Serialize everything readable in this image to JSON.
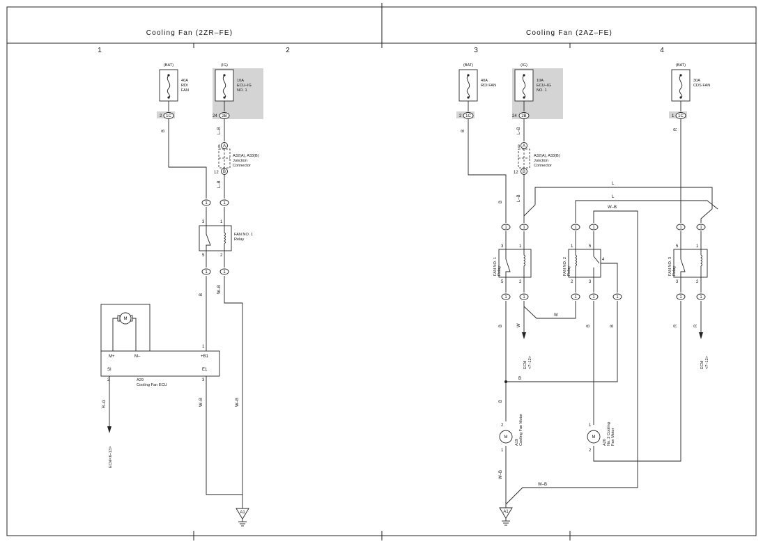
{
  "headers": {
    "left": "Cooling Fan (2ZR–FE)",
    "right": "Cooling Fan (2AZ–FE)"
  },
  "sections": [
    "1",
    "2",
    "3",
    "4"
  ],
  "fuses": [
    {
      "id": "f-l-bat",
      "source": "(BAT)",
      "rating": "40A",
      "lines": [
        "RDI",
        "FAN"
      ],
      "pin": "2",
      "conn": "1C"
    },
    {
      "id": "f-l-ig",
      "source": "(IG)",
      "rating": "10A",
      "lines": [
        "ECU–IG",
        "NO. 1"
      ],
      "pin": "24",
      "conn": "2B"
    },
    {
      "id": "f-r-bat",
      "source": "(BAT)",
      "rating": "40A",
      "lines": [
        "RDI FAN"
      ],
      "pin": "2",
      "conn": "1C"
    },
    {
      "id": "f-r-ig",
      "source": "(IG)",
      "rating": "10A",
      "lines": [
        "ECU–IG",
        "NO. 1"
      ],
      "pin": "24",
      "conn": "2B"
    },
    {
      "id": "f-r-cds",
      "source": "(BAT)",
      "rating": "30A",
      "lines": [
        "CDS FAN"
      ],
      "pin": "1",
      "conn": "1C"
    }
  ],
  "junction": {
    "lines": [
      "A32(A), A33(B)",
      "Junction",
      "Connector"
    ],
    "pin_top": "8",
    "conn_top": "A",
    "pin_bottom": "12",
    "conn_bottom": "B"
  },
  "connector_label": "1",
  "relays": {
    "left": {
      "lines": [
        "FAN NO. 1",
        "Relay"
      ],
      "pins": [
        "3",
        "1",
        "5",
        "2"
      ]
    },
    "r1": {
      "lines": [
        "FAN NO. 1",
        "Relay"
      ],
      "pins": [
        "3",
        "1",
        "5",
        "2"
      ]
    },
    "r2": {
      "lines": [
        "FAN NO. 2",
        "Relay"
      ],
      "pins": [
        "1",
        "5",
        "2",
        "3",
        "4"
      ]
    },
    "r3": {
      "lines": [
        "FAN NO. 3",
        "Relay"
      ],
      "pins": [
        "5",
        "1",
        "3",
        "2"
      ]
    }
  },
  "ecu": {
    "lines": [
      "A29",
      "Cooling Fan ECU"
    ],
    "pins": {
      "mp": "M+",
      "mm": "M–",
      "si": "SI",
      "b1": "+B1",
      "e1": "E1",
      "n1": "1",
      "n2": "2",
      "n3": "3"
    }
  },
  "motors": {
    "a19": {
      "symbol": "M",
      "lines": [
        "A19",
        "Cooling Fan Motor"
      ],
      "pin_top": "2",
      "pin_bottom": "1"
    },
    "a20": {
      "symbol": "M",
      "lines": [
        "A20",
        "No. 2 Cooling",
        "Fan Motor"
      ],
      "pin_top": "1",
      "pin_bottom": "2"
    },
    "ecu_motor": {
      "symbol": "M"
    }
  },
  "ecm_refs": {
    "left": "ECM<6–13>",
    "r1": [
      "ECM",
      "<7–12>"
    ],
    "r3": [
      "ECM",
      "<7–12>"
    ]
  },
  "ground": "A1",
  "wire_colors": {
    "B": "B",
    "LB": "L–B",
    "WB": "W–B",
    "RG": "R–G",
    "W": "W",
    "L": "L",
    "R": "R"
  }
}
